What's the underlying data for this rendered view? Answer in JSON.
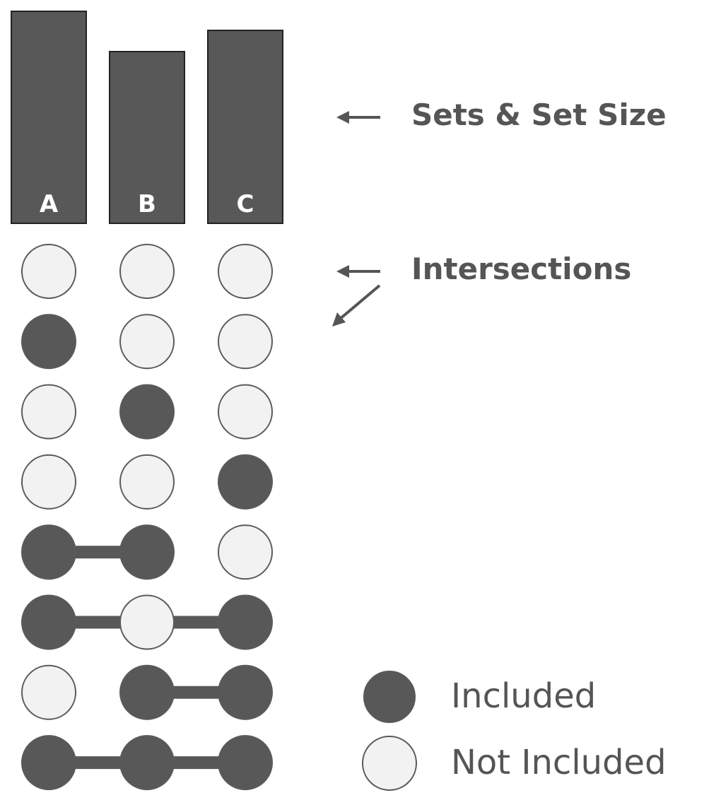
{
  "colors": {
    "included": "#585858",
    "not_included": "#f2f2f2",
    "outline": "#5a5a5a",
    "bar_outline": "#222222",
    "text": "#555555"
  },
  "sets": [
    {
      "label": "A",
      "relative_size": 1.0
    },
    {
      "label": "B",
      "relative_size": 0.81
    },
    {
      "label": "C",
      "relative_size": 0.91
    }
  ],
  "intersections": [
    [
      false,
      false,
      false
    ],
    [
      true,
      false,
      false
    ],
    [
      false,
      true,
      false
    ],
    [
      false,
      false,
      true
    ],
    [
      true,
      true,
      false
    ],
    [
      true,
      false,
      true
    ],
    [
      false,
      true,
      true
    ],
    [
      true,
      true,
      true
    ]
  ],
  "annotations": {
    "sets": "Sets & Set Size",
    "intersections": "Intersections"
  },
  "legend": {
    "included": "Included",
    "not_included": "Not Included"
  }
}
